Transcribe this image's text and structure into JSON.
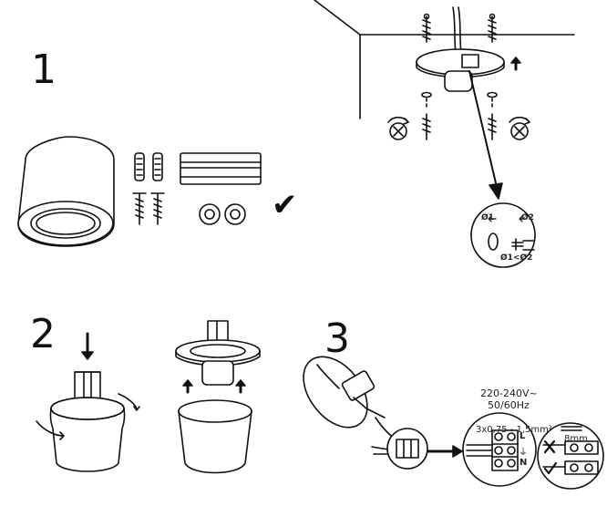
{
  "steps": {
    "one": "1",
    "two": "2",
    "three": "3"
  },
  "labels": {
    "diameter_1": "Ø1",
    "diameter_2": "Ø2",
    "diameter_relation": "Ø1<Ø2",
    "voltage": "220-240V~",
    "frequency": "50/60Hz",
    "cable": "3x0,75 - 1,5mm²",
    "strip_length": "8mm",
    "terminal_l": "L",
    "terminal_n": "N",
    "terminal_earth": "⏚"
  },
  "icons": {
    "check": "✔"
  },
  "colors": {
    "line": "#111111",
    "background": "#ffffff"
  }
}
